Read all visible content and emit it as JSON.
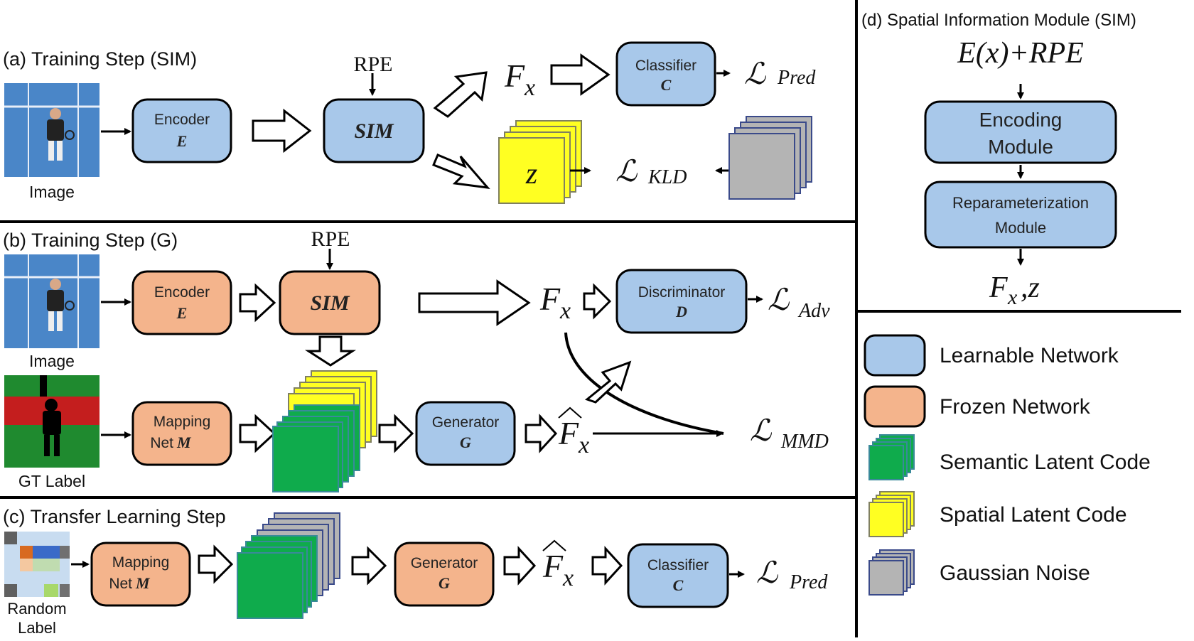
{
  "colors": {
    "learnable": "#a8c8ea",
    "frozen": "#f4b48c",
    "semantic": "#0fab4c",
    "spatial": "#ffff22",
    "noise": "#b4b4b4",
    "sky_court": "#4a86c8",
    "gt_green": "#1f8a2f",
    "gt_red": "#c41e1e"
  },
  "panel_a": {
    "title": "(a) Training Step (SIM)",
    "image_caption": "Image",
    "encoder": {
      "name": "Encoder",
      "symbol": "E"
    },
    "rpe": "RPE",
    "sim": "SIM",
    "fx": "F",
    "fx_sub": "x",
    "classifier": {
      "name": "Classifier",
      "symbol": "C"
    },
    "loss_pred": {
      "script": "ℒ",
      "sub": "Pred"
    },
    "z": "z",
    "loss_kld": {
      "script": "ℒ",
      "sub": "KLD"
    }
  },
  "panel_b": {
    "title": "(b) Training Step (G)",
    "image_caption": "Image",
    "gt_caption": "GT Label",
    "encoder": {
      "name": "Encoder",
      "symbol": "E"
    },
    "rpe": "RPE",
    "sim": "SIM",
    "fx": "F",
    "fx_sub": "x",
    "discriminator": {
      "name": "Discriminator",
      "symbol": "D"
    },
    "loss_adv": {
      "script": "ℒ",
      "sub": "Adv"
    },
    "mapping": {
      "name1": "Mapping",
      "name2": "Net",
      "symbol": "M"
    },
    "generator": {
      "name": "Generator",
      "symbol": "G"
    },
    "fx_hat": "F",
    "fx_hat_sub": "x",
    "loss_mmd": {
      "script": "ℒ",
      "sub": "MMD"
    }
  },
  "panel_c": {
    "title": "(c) Transfer Learning Step",
    "caption1": "Random",
    "caption2": "Label",
    "mapping": {
      "name1": "Mapping",
      "name2": "Net",
      "symbol": "M"
    },
    "generator": {
      "name": "Generator",
      "symbol": "G"
    },
    "fx_hat": "F",
    "fx_hat_sub": "x",
    "classifier": {
      "name": "Classifier",
      "symbol": "C"
    },
    "loss_pred": {
      "script": "ℒ",
      "sub": "Pred"
    }
  },
  "panel_d": {
    "title": "(d) Spatial Information Module (SIM)",
    "input": "E(x)+RPE",
    "encoding": {
      "line1": "Encoding",
      "line2": "Module"
    },
    "reparam": {
      "line1": "Reparameterization",
      "line2": "Module"
    },
    "output_f": "F",
    "output_sub": "x",
    "output_z": ",z"
  },
  "legend": [
    {
      "label": "Learnable Network",
      "kind": "learnable"
    },
    {
      "label": "Frozen Network",
      "kind": "frozen"
    },
    {
      "label": "Semantic Latent Code",
      "kind": "semantic"
    },
    {
      "label": "Spatial Latent Code",
      "kind": "spatial"
    },
    {
      "label": "Gaussian Noise",
      "kind": "noise"
    }
  ]
}
